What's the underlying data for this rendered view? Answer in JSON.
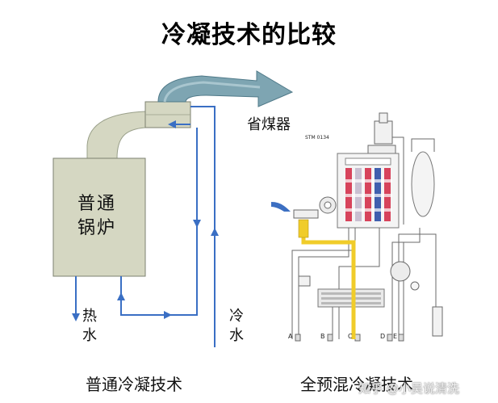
{
  "title": "冷凝技术的比较",
  "left_diagram": {
    "boiler_label_line1": "普通",
    "boiler_label_line2": "锅炉",
    "economizer_label": "省煤器",
    "hot_water_line1": "热",
    "hot_water_line2": "水",
    "cold_water_line1": "冷",
    "cold_water_line2": "水",
    "caption": "普通冷凝技术"
  },
  "right_diagram": {
    "model_code": "STM 0134",
    "valves": [
      "A",
      "B",
      "C",
      "D",
      "E"
    ],
    "caption": "全预混冷凝技术"
  },
  "watermark": "知乎 @小吴说清洗",
  "colors": {
    "boiler_fill": "#d5d7c2",
    "pipe_blue": "#3a6fc4",
    "arrow_teal": "#6e9aa8",
    "gas_yellow": "#f0cc2a"
  }
}
